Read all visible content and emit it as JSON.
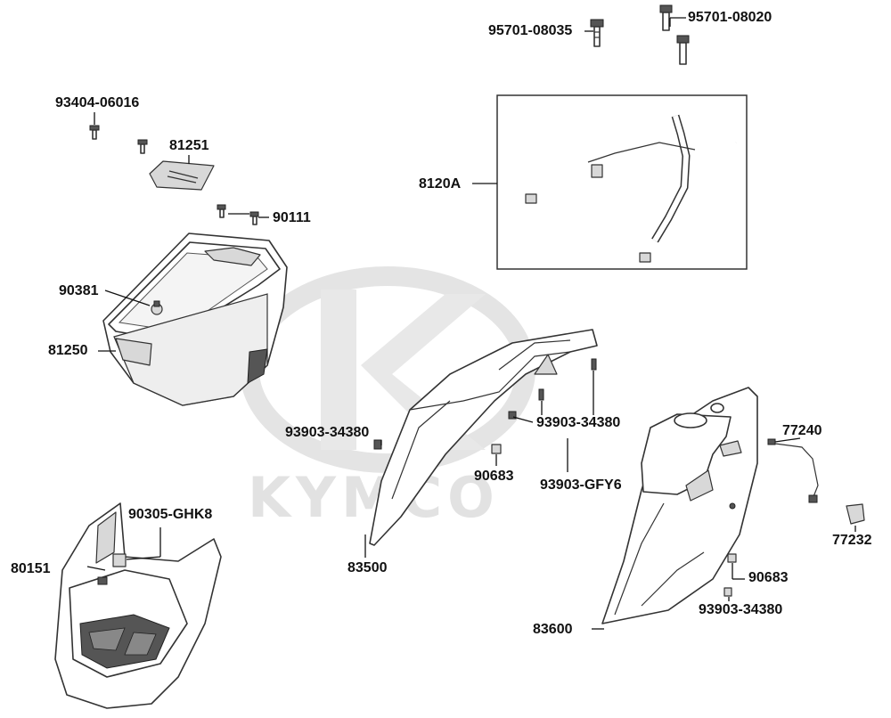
{
  "watermark": {
    "brand_text": "KYMCO"
  },
  "callouts": {
    "p95701_08035": "95701-08035",
    "p95701_08020": "95701-08020",
    "p93404_06016": "93404-06016",
    "p81251": "81251",
    "p90111": "90111",
    "p8120A": "8120A",
    "p90381": "90381",
    "p81250": "81250",
    "p93903_34380_a": "93903-34380",
    "p93903_34380_b": "93903-34380",
    "p93903_34380_c": "93903-34380",
    "p90683_a": "90683",
    "p90683_b": "90683",
    "p93903_GFY6": "93903-GFY6",
    "p77240": "77240",
    "p77232": "77232",
    "p90305_GHK8": "90305-GHK8",
    "p80151": "80151",
    "p83500": "83500",
    "p83600": "83600"
  },
  "colors": {
    "line": "#333333",
    "watermark": "#e2e2e2",
    "background": "#ffffff"
  }
}
